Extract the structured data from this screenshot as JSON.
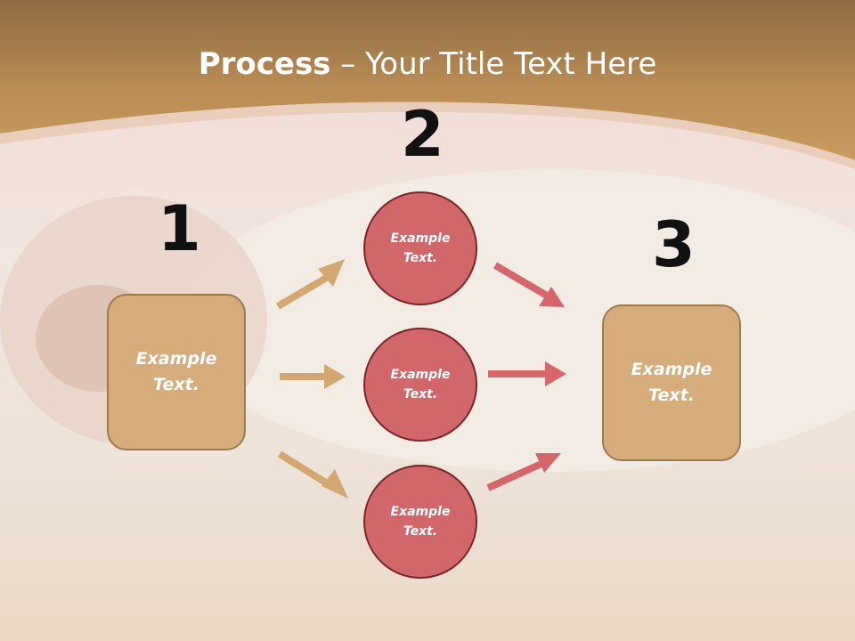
{
  "title": {
    "bold": "Process",
    "rest": " – Your Title Text Here"
  },
  "steps": [
    {
      "number": "1",
      "line1": "Example",
      "line2": "Text."
    },
    {
      "number": "2"
    },
    {
      "number": "3",
      "line1": "Example",
      "line2": "Text."
    }
  ],
  "circles": [
    {
      "line1": "Example",
      "line2": "Text."
    },
    {
      "line1": "Example",
      "line2": "Text."
    },
    {
      "line1": "Example",
      "line2": "Text."
    }
  ],
  "colors": {
    "tan_box": "#d7ac7b",
    "circle": "#d1676a",
    "tan_arrow": "#d3a772",
    "red_arrow": "#d5676b",
    "header": "#b88a4f"
  }
}
